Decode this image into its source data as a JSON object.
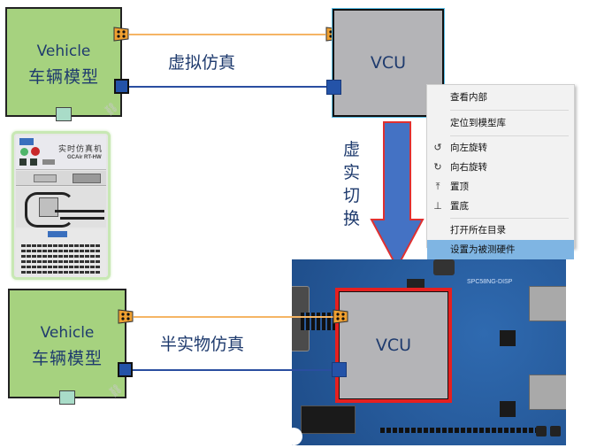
{
  "top_section": {
    "vehicle_block": {
      "label_en": "Vehicle",
      "label_cn": "车辆模型"
    },
    "vcu_block": {
      "label": "VCU"
    },
    "connection_label": "虚拟仿真"
  },
  "switch_arrow": {
    "label_chars": [
      "虚",
      "实",
      "切",
      "换"
    ]
  },
  "realtime_machine": {
    "title_cn": "实时仿真机",
    "model": "GCAir RT-HW"
  },
  "context_menu": {
    "items": [
      {
        "label": "查看内部",
        "icon": ""
      },
      {
        "label": "定位到模型库",
        "icon": ""
      },
      {
        "label": "向左旋转",
        "icon": "rotate-left-icon"
      },
      {
        "label": "向右旋转",
        "icon": "rotate-right-icon"
      },
      {
        "label": "置顶",
        "icon": "bring-to-top-icon"
      },
      {
        "label": "置底",
        "icon": "send-to-bottom-icon"
      },
      {
        "label": "打开所在目录",
        "icon": ""
      },
      {
        "label": "设置为被测硬件",
        "icon": "",
        "highlighted": true
      }
    ]
  },
  "bottom_section": {
    "vehicle_block": {
      "label_en": "Vehicle",
      "label_cn": "车辆模型"
    },
    "vcu_block": {
      "label": "VCU"
    },
    "connection_label": "半实物仿真",
    "board_label": "SPC58NG-DISP"
  },
  "colors": {
    "vehicle_fill": "#a6d27f",
    "vcu_fill": "#b4b4b7",
    "can_port": "#f0a030",
    "signal_port": "#2453a8",
    "arrow_fill": "#4472c4",
    "arrow_outline": "#e03030",
    "highlight": "#7fb5e3",
    "hardware_border": "#e52020"
  }
}
